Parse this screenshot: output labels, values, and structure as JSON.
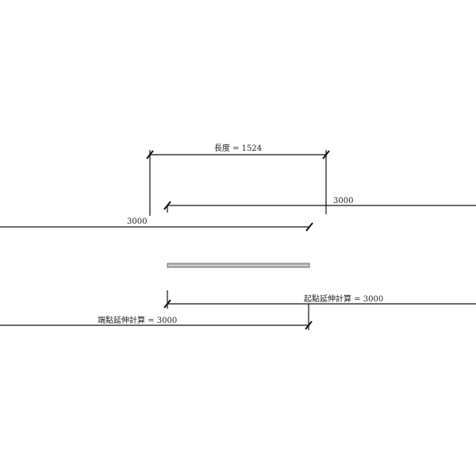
{
  "dimensions": {
    "length_label": "長度 = 1524",
    "upper_start_extension": "3000",
    "upper_end_extension": "3000",
    "start_extension_label": "起點延伸計算 = 3000",
    "end_extension_label": "端點延伸計算 = 3000"
  },
  "colors": {
    "line": "#111111",
    "beam_fill": "#b0b0b0",
    "beam_stroke": "#777777"
  }
}
